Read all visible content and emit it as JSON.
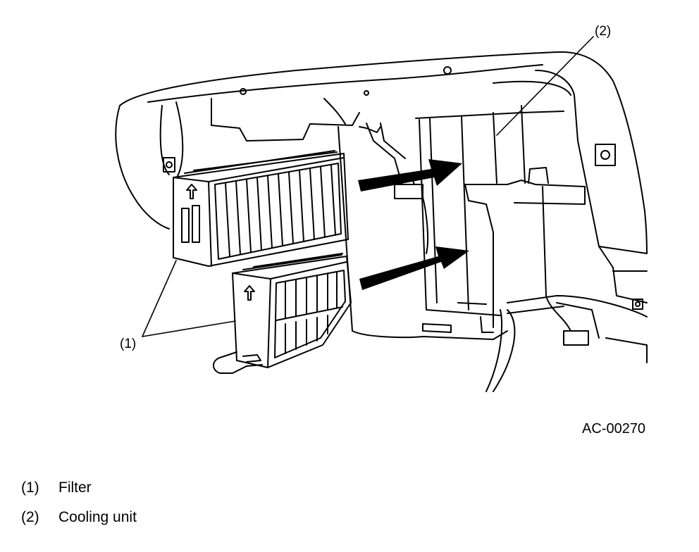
{
  "callouts": {
    "filter": "(1)",
    "cooling_unit": "(2)"
  },
  "figure_code": "AC-00270",
  "legend": [
    {
      "num": "(1)",
      "label": "Filter"
    },
    {
      "num": "(2)",
      "label": "Cooling unit"
    }
  ]
}
